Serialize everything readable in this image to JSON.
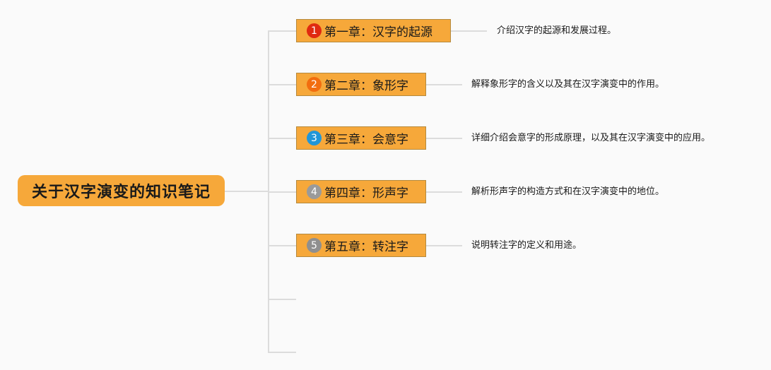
{
  "root": {
    "label": "关于汉字演变的知识笔记"
  },
  "chapters": [
    {
      "badge": "1",
      "title": "第一章：汉字的起源",
      "description": "介绍汉字的起源和发展过程。",
      "badge_color": "#e02a10"
    },
    {
      "badge": "2",
      "title": "第二章：象形字",
      "description": "解释象形字的含义以及其在汉字演变中的作用。",
      "badge_color": "#f26d0f"
    },
    {
      "badge": "3",
      "title": "第三章：会意字",
      "description": "详细介绍会意字的形成原理，以及其在汉字演变中的应用。",
      "badge_color": "#2196d8"
    },
    {
      "badge": "4",
      "title": "第四章：形声字",
      "description": "解析形声字的构造方式和在汉字演变中的地位。",
      "badge_color": "#9a9a9a"
    },
    {
      "badge": "5",
      "title": "第五章：转注字",
      "description": "说明转注字的定义和用途。",
      "badge_color": "#8f8f8f"
    }
  ],
  "colors": {
    "node_fill": "#f6a83a",
    "node_border": "#b58a3e",
    "connector": "#dcdcdc",
    "background": "#fafafa"
  }
}
